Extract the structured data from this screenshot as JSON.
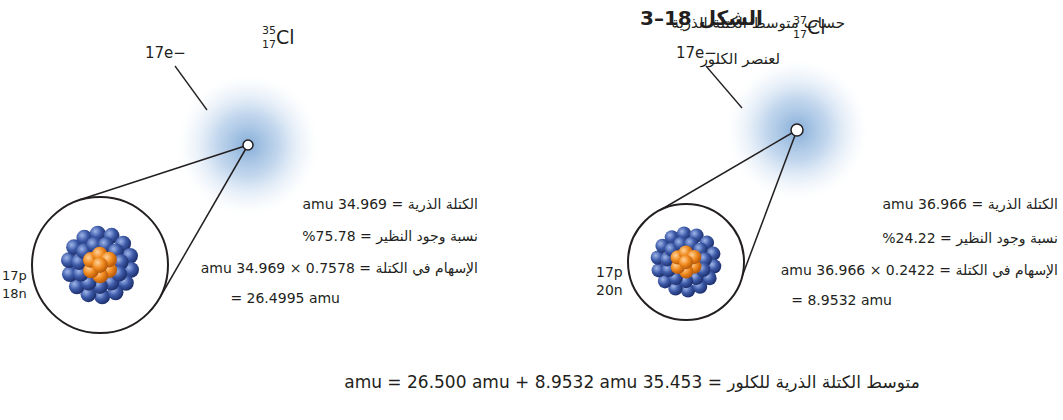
{
  "diagram": {
    "title": "الشكل 18–3",
    "labels": [
      "حساب متوسط الكتلة الذرية",
      "لعنصر الكلور",
      "35",
      "17",
      "Cl",
      "17e−",
      "37",
      "17",
      "Cl",
      "17e−",
      "الكتلة الذرية = 34.969 amu",
      "نسبة وجود النظير = 75.78%",
      "الإسهام في الكتلة = 0.7578 × 34.969 amu",
      "= 26.4995 amu",
      "17p",
      "18n",
      "الكتلة الذرية = 36.966 amu",
      "نسبة وجود النظير = 24.22%",
      "الإسهام في الكتلة = 0.2422 × 36.966 amu",
      "= 8.9532 amu",
      "17p",
      "20n",
      "متوسط الكتلة الذرية للكلور = 35.453 amu = 26.500 amu + 8.9532 amu"
    ]
  }
}
